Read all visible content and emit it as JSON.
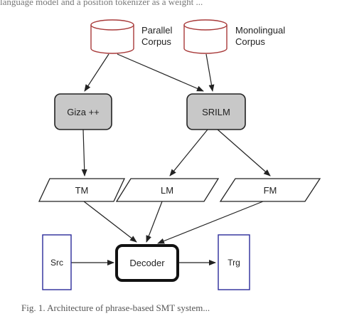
{
  "top_text": "language model and a position tokenizer as a weight ...",
  "caption": "Fig. 1. Architecture of phrase-based SMT system...",
  "colors": {
    "corpus": "#a83a3a",
    "endpoint": "#2a2a9a",
    "tool_fill": "#c8c8c8",
    "stroke": "#222222"
  },
  "nodes": {
    "parallel": {
      "label_line1": "Parallel",
      "label_line2": "Corpus"
    },
    "mono": {
      "label_line1": "Monolingual",
      "label_line2": "Corpus"
    },
    "giza": {
      "label": "Giza ++"
    },
    "srilm": {
      "label": "SRILM"
    },
    "tm": {
      "label": "TM"
    },
    "lm": {
      "label": "LM"
    },
    "fm": {
      "label": "FM"
    },
    "src": {
      "label": "Src"
    },
    "decoder": {
      "label": "Decoder"
    },
    "trg": {
      "label": "Trg"
    }
  }
}
